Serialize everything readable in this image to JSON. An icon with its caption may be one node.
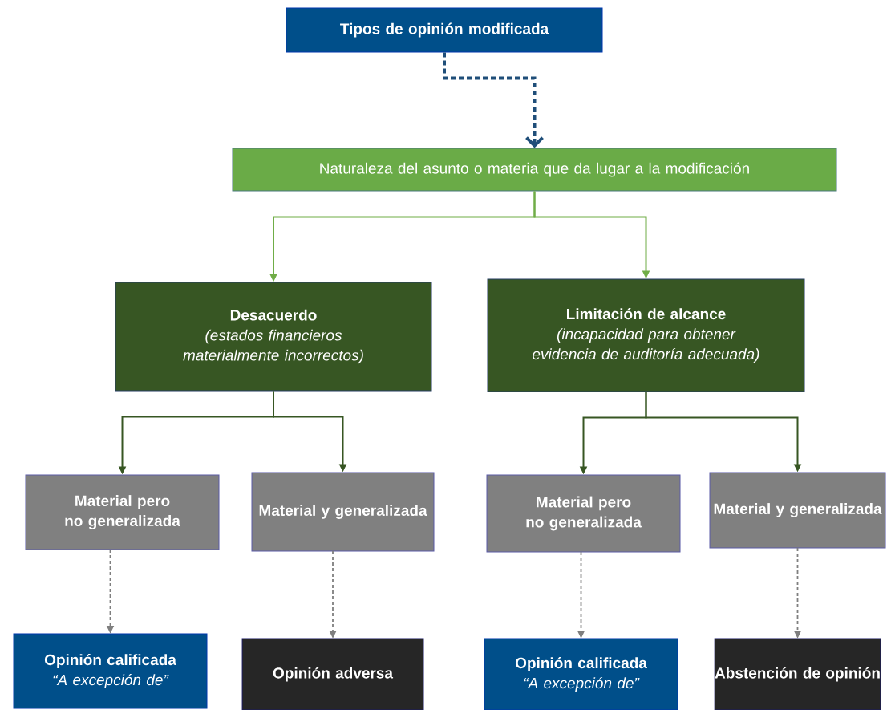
{
  "diagram": {
    "nodes": [
      {
        "text": [
          "Tipos de opinión modificada"
        ]
      },
      {
        "text": [
          "Naturaleza del asunto o materia que da lugar a la modificación"
        ]
      },
      {
        "text": [
          "Desacuerdo",
          "(estados financieros materialmente incorrectos)"
        ]
      },
      {
        "text": [
          "Limitación de alcance",
          "(incapacidad para obtener evidencia de auditoría adecuada)"
        ]
      },
      {
        "text": [
          "Material pero no generalizada"
        ]
      },
      {
        "text": [
          "Material y generalizada"
        ]
      },
      {
        "text": [
          "Material pero no generalizada"
        ]
      },
      {
        "text": [
          "Material y generalizada"
        ]
      },
      {
        "text": [
          "Opinión calificada",
          "“A excepción de”"
        ]
      },
      {
        "text": [
          "Opinión adversa"
        ]
      },
      {
        "text": [
          "Opinión calificada",
          "“A excepción de”"
        ]
      },
      {
        "text": [
          "Abstención de opinión"
        ]
      }
    ],
    "edges": [
      {
        "from": 0,
        "to": 1,
        "arrow": "to",
        "style": "dashed",
        "color": "#1f4e79"
      },
      {
        "from": 1,
        "to": 2,
        "arrow": "to",
        "color": "#70ad47"
      },
      {
        "from": 1,
        "to": 3,
        "arrow": "to",
        "color": "#70ad47"
      },
      {
        "from": 2,
        "to": 4,
        "arrow": "to",
        "color": "#375623"
      },
      {
        "from": 2,
        "to": 5,
        "arrow": "to",
        "color": "#375623"
      },
      {
        "from": 3,
        "to": 6,
        "arrow": "to",
        "color": "#375623"
      },
      {
        "from": 3,
        "to": 7,
        "arrow": "to",
        "color": "#375623"
      },
      {
        "from": 4,
        "to": 8,
        "arrow": "to",
        "style": "dashed",
        "color": "#7f7f7f"
      },
      {
        "from": 5,
        "to": 9,
        "arrow": "to",
        "style": "dashed",
        "color": "#7f7f7f"
      },
      {
        "from": 6,
        "to": 10,
        "arrow": "to",
        "style": "dashed",
        "color": "#7f7f7f"
      },
      {
        "from": 7,
        "to": 11,
        "arrow": "to",
        "style": "dashed",
        "color": "#7f7f7f"
      }
    ]
  }
}
